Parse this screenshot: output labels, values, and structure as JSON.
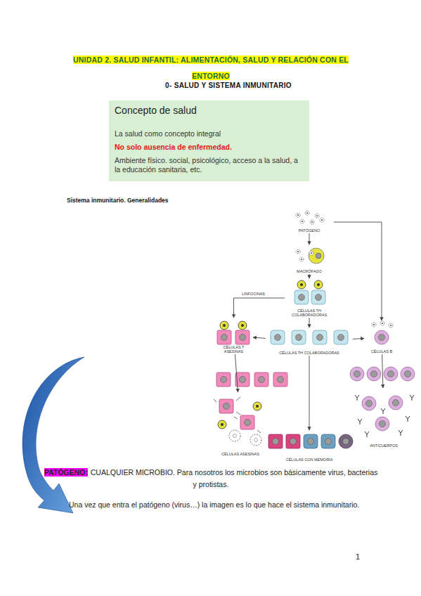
{
  "diagram": {
    "title": "UNIDAD 2. SALUD INFANTIL: ALIMENTACIÓN, SALUD Y RELACIÓN CON EL ENTORNO",
    "nodes": [
      {
        "text": [
          "Concepto de salud",
          "La salud como concepto integral",
          "No solo ausencia de enfermedad.",
          "Ambiente físico. social, psicológico, acceso a la salud, a la educación sanitaria, etc."
        ]
      },
      {
        "text": [
          "PATÓGENO"
        ]
      },
      {
        "text": [
          "MACRÓFAGO"
        ]
      },
      {
        "text": [
          "CÉLULAS TH COLABORADORAS"
        ]
      },
      {
        "text": [
          "CÉLULAS T ASESINAS"
        ]
      },
      {
        "text": [
          "CÉLULAS TH COLABORADORAS"
        ]
      },
      {
        "text": [
          "CÉLULAS B"
        ]
      },
      {
        "text": [
          "ANTICUERPOS"
        ]
      },
      {
        "text": [
          "CÉLULAS ASESINAS"
        ]
      },
      {
        "text": [
          "CÉLULAS CON MEMORIA"
        ]
      }
    ],
    "edges": [
      {
        "from": 1,
        "to": 2,
        "arrow": "to"
      },
      {
        "from": 1,
        "to": 6,
        "arrow": "to"
      },
      {
        "from": 2,
        "to": 3,
        "arrow": "to"
      },
      {
        "from": 3,
        "to": 4,
        "arrow": "to",
        "label": "LINFOCINAS"
      },
      {
        "from": 3,
        "to": 5,
        "arrow": "to"
      },
      {
        "from": 5,
        "to": 4,
        "arrow": "to"
      },
      {
        "from": 5,
        "to": 6,
        "arrow": "to"
      },
      {
        "from": 4,
        "to": 8,
        "arrow": "to"
      },
      {
        "from": 5,
        "to": 9,
        "arrow": "to"
      },
      {
        "from": 6,
        "to": 7,
        "arrow": "to"
      }
    ],
    "labels": [
      "0- SALUD Y SISTEMA INMUNITARIO",
      "Sistema inmunitario. Generalidades",
      "PATÓGENO:",
      "CUALQUIER MICROBIO. Para nosotros los microbios son básicamente virus, bacterias y protistas.",
      "Una vez que entra el patógeno (virus…) la imagen es lo que hace el sistema inmunitario.",
      "1"
    ]
  }
}
